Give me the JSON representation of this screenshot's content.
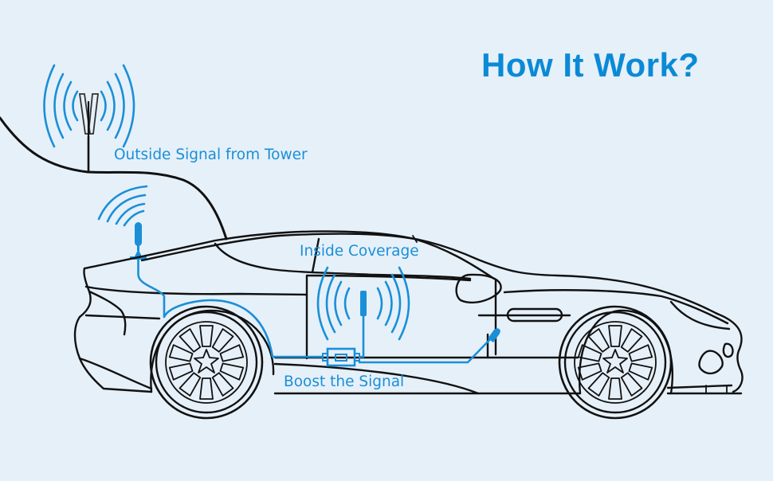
{
  "title": "How It Work?",
  "labels": {
    "outside": "Outside Signal from Tower",
    "inside": "Inside Coverage",
    "boost": "Boost the Signal"
  },
  "components": [
    {
      "name": "cell-tower",
      "description": "Outside cell tower emitting signal"
    },
    {
      "name": "outside-antenna",
      "description": "Roof-mounted outside antenna on car"
    },
    {
      "name": "booster-unit",
      "description": "Signal booster amplifier"
    },
    {
      "name": "inside-antenna",
      "description": "In-cabin antenna broadcasting coverage"
    },
    {
      "name": "device-antenna",
      "description": "Small antenna near dashboard"
    }
  ],
  "colors": {
    "background": "#e6f0f9",
    "accent": "#0a8ad6",
    "signal": "#1a8fd8",
    "outline": "#111111"
  }
}
